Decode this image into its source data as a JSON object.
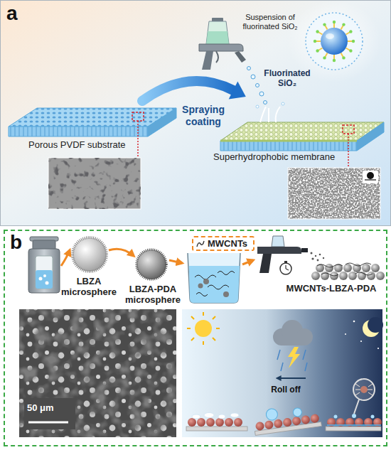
{
  "diagram": {
    "nodes": [
      {
        "text": [
          "a"
        ]
      },
      {
        "text": [
          "b"
        ]
      },
      {
        "text": [
          "MWCNTs"
        ],
        "in": 1
      }
    ],
    "labels": [
      "Suspension of fluorinated SiO₂",
      "Fluorinated SiO₂",
      "Spraying coating",
      "Porous PVDF substrate",
      "Superhydrophobic membrane",
      "LBZA microsphere",
      "LBZA-PDA microsphere",
      "MWCNTs-LBZA-PDA",
      "50 μm",
      "Roll off"
    ]
  }
}
